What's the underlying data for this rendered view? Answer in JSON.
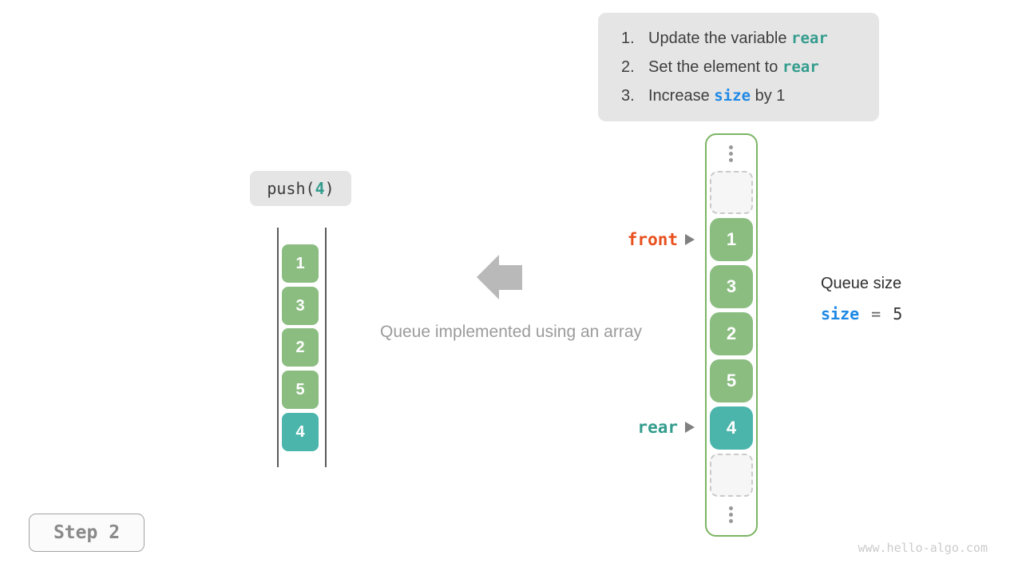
{
  "colors": {
    "cell_green": "#8bbd81",
    "cell_teal": "#4cb5ab",
    "queue_border_green": "#7cb564",
    "front_orange": "#e8501e",
    "rear_teal": "#339c8d",
    "size_blue": "#1e88e5",
    "panel_gray": "#e5e5e5",
    "caption_gray": "#9b9b9b",
    "arrow_gray": "#b9b9b9"
  },
  "instructions": {
    "items": [
      {
        "num": "1.",
        "before": "Update the variable ",
        "code": "rear",
        "after": ""
      },
      {
        "num": "2.",
        "before": "Set the element to ",
        "code": "rear",
        "after": ""
      },
      {
        "num": "3.",
        "before": "Increase ",
        "code": "size",
        "after": " by 1"
      }
    ]
  },
  "push_label": {
    "prefix": "push(",
    "arg": "4",
    "suffix": ")"
  },
  "left_stack": {
    "values": [
      "1",
      "3",
      "2",
      "5",
      "4"
    ]
  },
  "caption": "Queue implemented using an array",
  "queue": {
    "front_label": "front",
    "rear_label": "rear",
    "cells": [
      "1",
      "3",
      "2",
      "5",
      "4"
    ]
  },
  "queue_size": {
    "title": "Queue size",
    "variable": "size",
    "equals": "=",
    "value": "5"
  },
  "step_label": "Step 2",
  "watermark": "www.hello-algo.com"
}
